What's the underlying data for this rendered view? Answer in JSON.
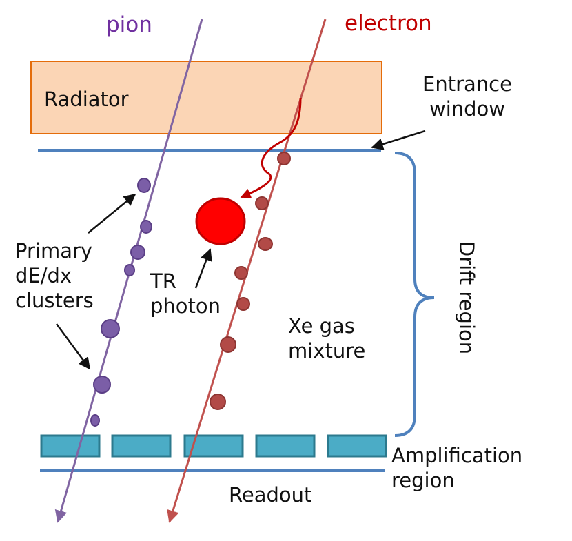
{
  "labels": {
    "pion": "pion",
    "electron": "electron",
    "radiator": "Radiator",
    "entrance_window": [
      "Entrance",
      "window"
    ],
    "primary_clusters": [
      "Primary",
      "dE/dx",
      "clusters"
    ],
    "tr_photon": [
      "TR",
      "photon"
    ],
    "gas": [
      "Xe gas",
      "mixture"
    ],
    "drift_region": "Drift region",
    "amplification_region": [
      "Amplification",
      "region"
    ],
    "readout": "Readout"
  },
  "colors": {
    "pion_track": "#8064a2",
    "pion_clusters": "#7b5ea7",
    "electron_track": "#c0504d",
    "electron_clusters": "#b24a47",
    "tr_photon_path": "#c00000",
    "tr_photon": "#ff0000",
    "radiator_fill": "#fbd5b5",
    "radiator_border": "#e46c0a",
    "window_line": "#4f81bd",
    "amplification_pads": "#4bacc6",
    "readout_line": "#4f81bd",
    "drift_bracket": "#4f81bd",
    "text": "#111111"
  }
}
